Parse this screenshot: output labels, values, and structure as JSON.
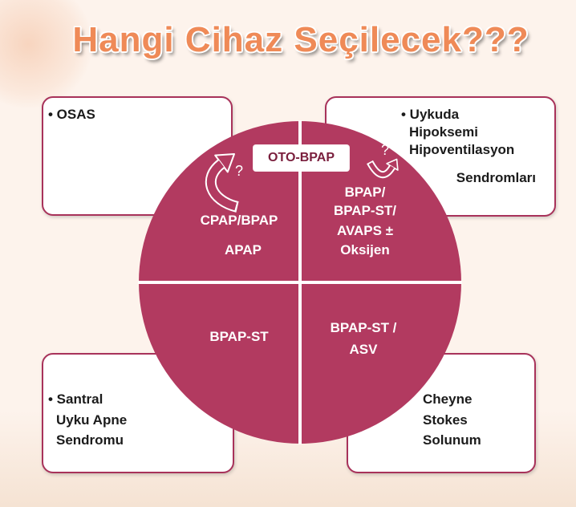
{
  "title": "Hangi Cihaz Seçilecek???",
  "colors": {
    "title": "#ef8a57",
    "circle": "#b23a60",
    "box_border": "#a8325a",
    "label_box_text": "#7a1f3d",
    "background": "#fdf3ec"
  },
  "boxes": {
    "top_left": {
      "lines": [
        "• OSAS"
      ]
    },
    "top_right": {
      "lines": [
        "• Uykuda",
        "Hipoksemi",
        "Hipoventilasyon",
        "Sendromları"
      ]
    },
    "bottom_left": {
      "lines": [
        "• Santral",
        "Uyku Apne",
        "Sendromu"
      ]
    },
    "bottom_right": {
      "lines": [
        "Cheyne",
        "Stokes",
        "Solunum"
      ]
    }
  },
  "circle": {
    "label_box": "OTO-BPAP",
    "top_left": {
      "lines": [
        "CPAP/BPAP",
        "APAP"
      ],
      "question_mark": "?",
      "icon": "curved-arrow-icon"
    },
    "top_right": {
      "lines": [
        "BPAP/",
        "BPAP-ST/",
        "AVAPS ±",
        "Oksijen"
      ],
      "question_mark": "?",
      "icon": "curved-arrow-icon"
    },
    "bottom_left": {
      "lines": [
        "BPAP-ST"
      ]
    },
    "bottom_right": {
      "lines": [
        "BPAP-ST /",
        "ASV"
      ]
    }
  }
}
